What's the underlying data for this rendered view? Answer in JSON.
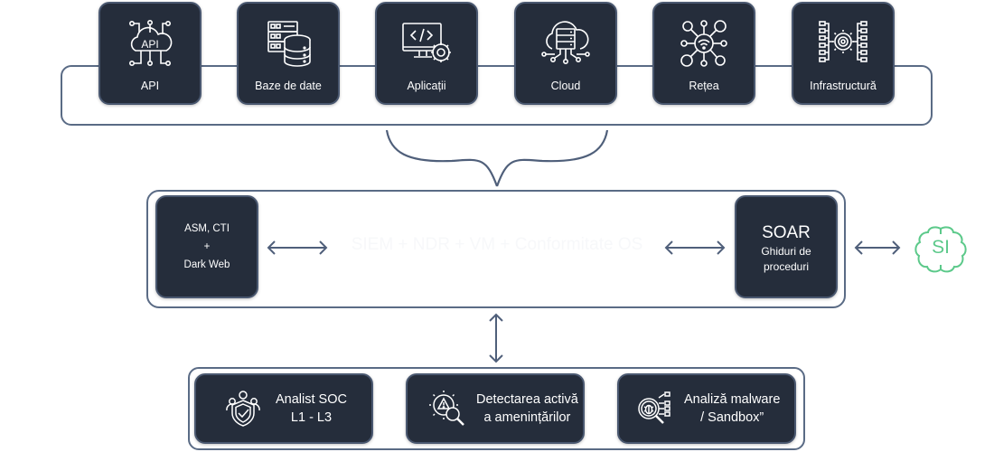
{
  "sources": [
    {
      "label": "API",
      "icon": "api-cloud-icon"
    },
    {
      "label": "Baze de date",
      "icon": "database-server-icon"
    },
    {
      "label": "Aplicații",
      "icon": "monitor-code-gear-icon"
    },
    {
      "label": "Cloud",
      "icon": "cloud-server-icon"
    },
    {
      "label": "Rețea",
      "icon": "network-wifi-icon"
    },
    {
      "label": "Infrastructură",
      "icon": "infrastructure-gear-icon"
    }
  ],
  "core": {
    "left": {
      "line1": "ASM, CTI",
      "line2": "+",
      "line3": "Dark Web"
    },
    "center": "SIEM + NDR + VM + Conformitate OS",
    "right": {
      "title": "SOAR",
      "line1": "Ghiduri de",
      "line2": "proceduri"
    },
    "ai_badge": "SI"
  },
  "services": [
    {
      "line1": "Analist SOC",
      "line2": "L1 - L3",
      "icon": "soc-analyst-shield-icon"
    },
    {
      "line1": "Detectarea activă",
      "line2": "a amenințărilor",
      "icon": "threat-detection-icon"
    },
    {
      "line1": "Analiză malware",
      "line2": "/ Sandbox”",
      "icon": "malware-analysis-icon"
    }
  ],
  "colors": {
    "card_bg": "#252d3b",
    "line": "#5a6b85",
    "ai_green": "#5cc98a"
  }
}
